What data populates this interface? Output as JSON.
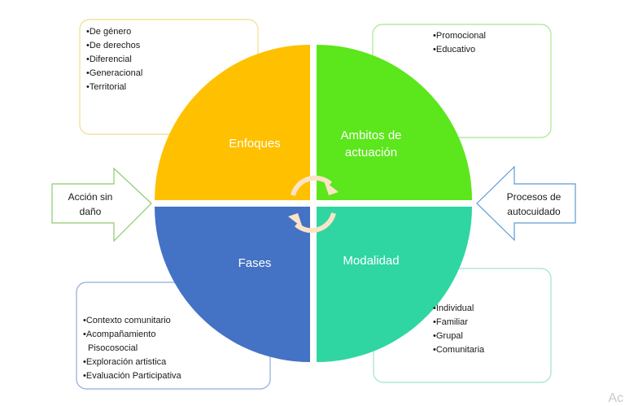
{
  "colors": {
    "enfoques": "#FFC000",
    "ambitos": "#5CE61C",
    "fases": "#4472C4",
    "modalidad": "#2FD6A2",
    "box_top_left_border": "#F2DC8C",
    "box_top_right_border": "#A9E88C",
    "box_bottom_left_border": "#8FAADC",
    "box_bottom_right_border": "#9FE3CF",
    "left_arrow_border": "#8CCB6A",
    "right_arrow_border": "#5B9BD5"
  },
  "quadrants": {
    "enfoques": {
      "label": "Enfoques"
    },
    "ambitos": {
      "label_line1": "Ambitos de",
      "label_line2": "actuación"
    },
    "fases": {
      "label": "Fases"
    },
    "modalidad": {
      "label": "Modalidad"
    }
  },
  "boxes": {
    "enfoques_list": [
      "•De género",
      "•De derechos",
      "•Diferencial",
      "•Generacional",
      "•Territorial"
    ],
    "ambitos_list": [
      "•Promocional",
      "•Educativo"
    ],
    "fases_list": [
      "•Contexto comunitario",
      "•Acompañamiento",
      "Pisocosocial",
      "•Exploración artistica",
      "•Evaluación Participativa"
    ],
    "modalidad_list": [
      "•Individual",
      "•Familiar",
      "•Grupal",
      "•Comunitaria"
    ]
  },
  "arrows": {
    "left": {
      "line1": "Acción sin",
      "line2": "daño"
    },
    "right": {
      "line1": "Procesos de",
      "line2": "autocuidado"
    }
  },
  "center_icon": "cycle-arrows-icon",
  "watermark": "Ac"
}
